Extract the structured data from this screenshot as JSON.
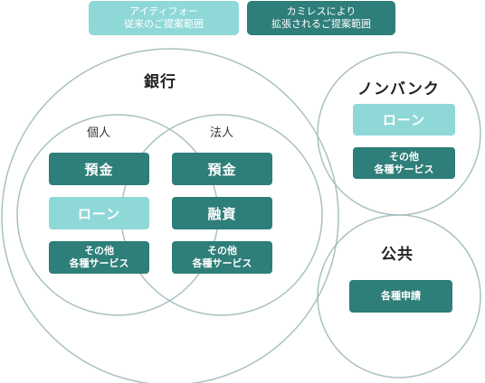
{
  "colors": {
    "dark": "#2e7e79",
    "light": "#8fd8d8",
    "ring": "#a9c0c0"
  },
  "legend": {
    "existing": [
      "アイティフォー",
      "従来のご提案範囲"
    ],
    "extended": [
      "カミレスにより",
      "拡張されるご提案範囲"
    ]
  },
  "bank": {
    "title": "銀行",
    "individual": {
      "title": "個人",
      "deposit": "預金",
      "loan": "ローン",
      "other": [
        "その他",
        "各種サービス"
      ]
    },
    "corporate": {
      "title": "法人",
      "deposit": "預金",
      "financing": "融資",
      "other": [
        "その他",
        "各種サービス"
      ]
    }
  },
  "nonbank": {
    "title": "ノンバンク",
    "loan": "ローン",
    "other": [
      "その他",
      "各種サービス"
    ]
  },
  "public": {
    "title": "公共",
    "applications": "各種申請"
  }
}
